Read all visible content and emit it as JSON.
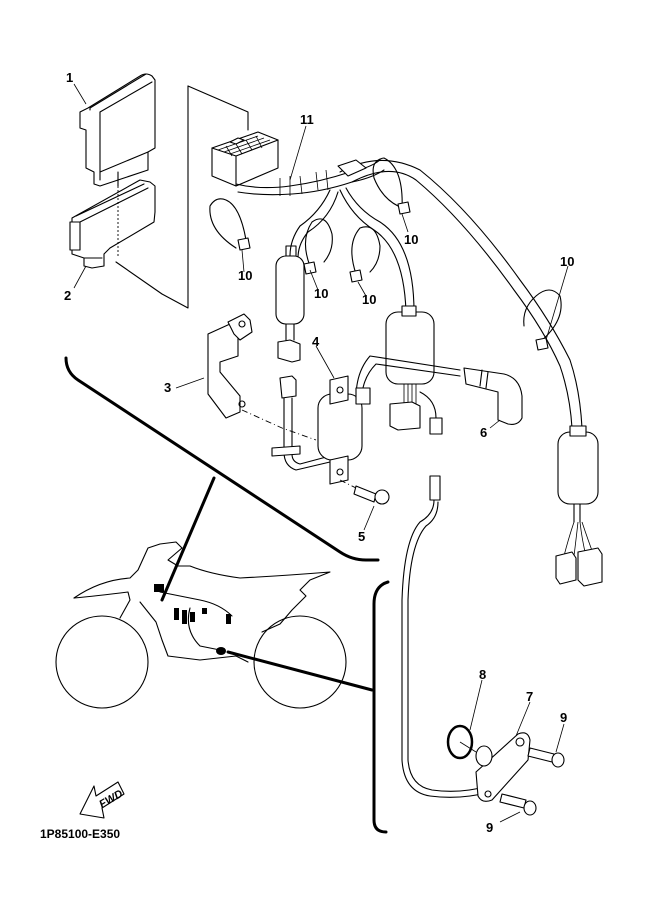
{
  "diagram": {
    "title_code": "1P85100-E350",
    "direction_label": "FWD",
    "callouts": [
      {
        "id": "1",
        "label": "1",
        "part": "cdi-unit"
      },
      {
        "id": "2",
        "label": "2",
        "part": "cdi-bracket"
      },
      {
        "id": "3",
        "label": "3",
        "part": "bracket"
      },
      {
        "id": "4",
        "label": "4",
        "part": "ignition-coil"
      },
      {
        "id": "5",
        "label": "5",
        "part": "bolt"
      },
      {
        "id": "6",
        "label": "6",
        "part": "spark-plug-cap"
      },
      {
        "id": "7",
        "label": "7",
        "part": "sensor-plate"
      },
      {
        "id": "8",
        "label": "8",
        "part": "o-ring"
      },
      {
        "id": "9a",
        "label": "9",
        "part": "screw"
      },
      {
        "id": "9b",
        "label": "9",
        "part": "screw"
      },
      {
        "id": "10a",
        "label": "10",
        "part": "cable-tie"
      },
      {
        "id": "10b",
        "label": "10",
        "part": "cable-tie"
      },
      {
        "id": "10c",
        "label": "10",
        "part": "cable-tie"
      },
      {
        "id": "10d",
        "label": "10",
        "part": "cable-tie"
      },
      {
        "id": "10e",
        "label": "10",
        "part": "cable-tie"
      },
      {
        "id": "11",
        "label": "11",
        "part": "wire-harness"
      }
    ]
  }
}
